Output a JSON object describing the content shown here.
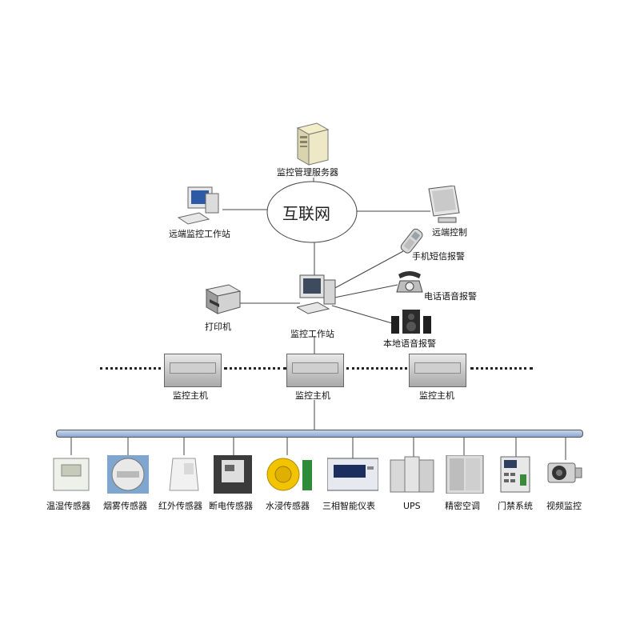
{
  "network": {
    "label": "互联网"
  },
  "nodes": {
    "server": "监控管理服务器",
    "remote_workstation": "远端监控工作站",
    "remote_control": "远端控制",
    "sms_alarm": "手机短信报警",
    "phone_alarm": "电话语音报警",
    "printer": "打印机",
    "workstation": "监控工作站",
    "local_audio_alarm": "本地语音报警"
  },
  "hosts": [
    "监控主机",
    "监控主机",
    "监控主机"
  ],
  "devices": [
    "温湿传感器",
    "烟雾传感器",
    "红外传感器",
    "断电传感器",
    "水浸传感器",
    "三相智能仪表",
    "UPS",
    "精密空调",
    "门禁系统",
    "视频监控"
  ]
}
